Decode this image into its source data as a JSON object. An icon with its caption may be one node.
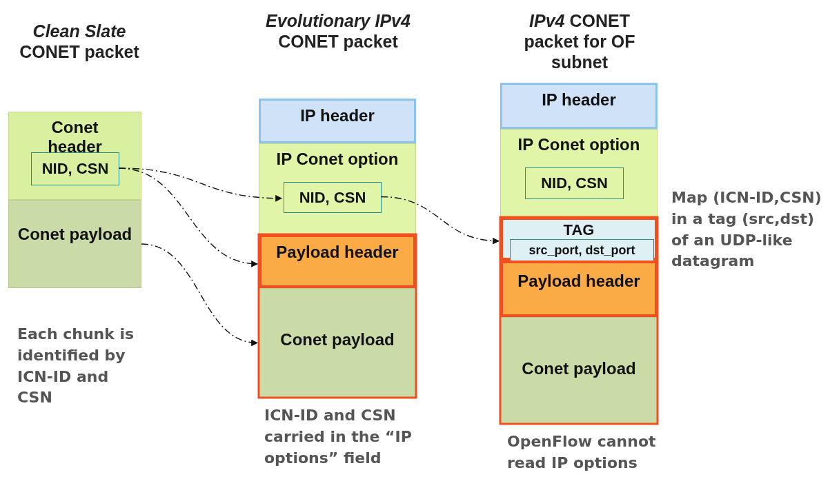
{
  "diagram": {
    "nodes": [
      {
        "text": [
          "Conet header"
        ]
      },
      {
        "text": [
          "NID, CSN"
        ],
        "in": 0
      },
      {
        "text": [
          "Conet payload"
        ]
      },
      {
        "text": [
          "IP header"
        ]
      },
      {
        "text": [
          "IP Conet option"
        ]
      },
      {
        "text": [
          "NID, CSN"
        ],
        "in": 4
      },
      {
        "text": [
          "Payload header"
        ]
      },
      {
        "text": [
          "Conet payload"
        ]
      },
      {
        "text": [
          "IP header"
        ]
      },
      {
        "text": [
          "IP Conet option"
        ]
      },
      {
        "text": [
          "NID, CSN"
        ],
        "in": 9
      },
      {
        "text": [
          "TAG"
        ]
      },
      {
        "text": [
          "src_port, dst_port"
        ],
        "in": 11
      },
      {
        "text": [
          "Payload header"
        ]
      },
      {
        "text": [
          "Conet payload"
        ]
      }
    ],
    "edges": [
      {
        "from": 1,
        "to": 5,
        "arrow": "to",
        "style": "dashed"
      },
      {
        "from": 1,
        "to": 6,
        "arrow": "to",
        "style": "dashed"
      },
      {
        "from": 2,
        "to": 7,
        "arrow": "to",
        "style": "dashed"
      },
      {
        "from": 5,
        "to": 11,
        "arrow": "to",
        "style": "dashed"
      }
    ],
    "labels": [
      "*Clean Slate* CONET packet",
      "*Evolutionary IPv4* CONET packet",
      "*IPv4* CONET packet for OF subnet",
      "Map (ICN-ID,CSN) in a tag (src,dst) of an UDP-like datagram",
      "Each chunk is identified by ICN-ID and CSN",
      "ICN-ID and CSN carried in the “IP options” field",
      "OpenFlow cannot read IP options"
    ]
  }
}
